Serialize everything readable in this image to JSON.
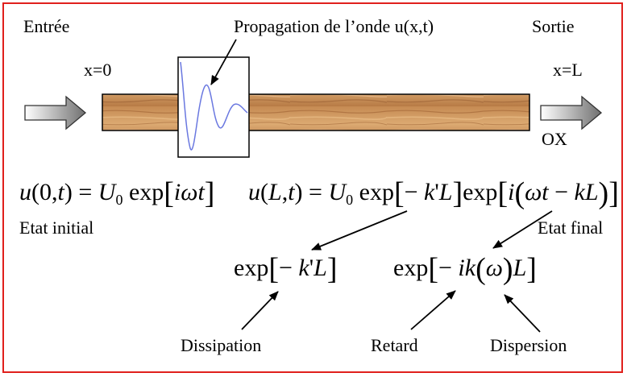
{
  "labels": {
    "entree": "Entrée",
    "propagation": "Propagation de l’onde u(x,t)",
    "sortie": "Sortie",
    "x0": "x=0",
    "xL": "x=L",
    "ox": "OX",
    "etat_initial": "Etat initial",
    "etat_final": "Etat final",
    "dissipation": "Dissipation",
    "retard": "Retard",
    "dispersion": "Dispersion"
  },
  "equations": {
    "initial": "u(0,t) = U0 exp[iωt]",
    "final": "u(L,t) = U0 exp[−k'L] exp[i(ωt − kL)]",
    "dissipation_term": "exp[−k'L]",
    "dispersion_term": "exp[−ik(ω)L]"
  },
  "colors": {
    "border": "#e0201c",
    "wood_light": "#d9a46b",
    "wood_dark": "#a8683a",
    "wave": "#6a78e0"
  }
}
